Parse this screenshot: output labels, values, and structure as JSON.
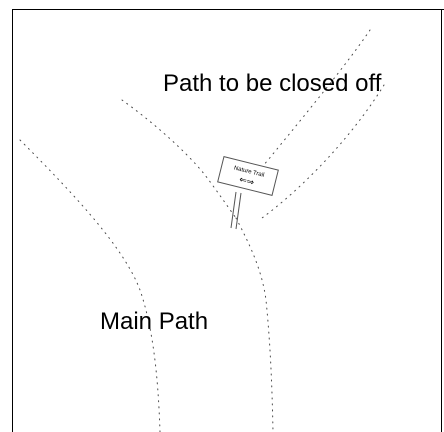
{
  "labels": {
    "closed_path": "Path to be closed off",
    "main_path": "Main Path"
  },
  "sign": {
    "text": "Nature Trail",
    "arrow": "⇐⇒"
  },
  "colors": {
    "background": "#ffffff",
    "frame": "#000000",
    "trail_dots": "#4a4a4a",
    "text": "#000000"
  }
}
